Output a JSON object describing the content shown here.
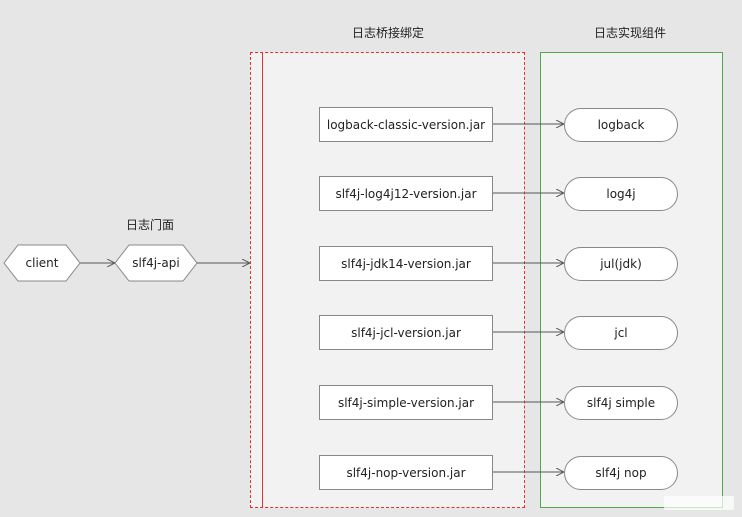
{
  "sections": {
    "facade_title": "日志门面",
    "binding_title": "日志桥接绑定",
    "impl_title": "日志实现组件"
  },
  "nodes": {
    "client": "client",
    "api": "slf4j-api"
  },
  "bindings": [
    "logback-classic-version.jar",
    "slf4j-log4j12-version.jar",
    "slf4j-jdk14-version.jar",
    "slf4j-jcl-version.jar",
    "slf4j-simple-version.jar",
    "slf4j-nop-version.jar"
  ],
  "implementations": [
    "logback",
    "log4j",
    "jul(jdk)",
    "jcl",
    "slf4j simple",
    "slf4j nop"
  ],
  "colors": {
    "binding_border": "#e0312e",
    "impl_border": "#4caa4c",
    "background": "#e6e6e6"
  }
}
